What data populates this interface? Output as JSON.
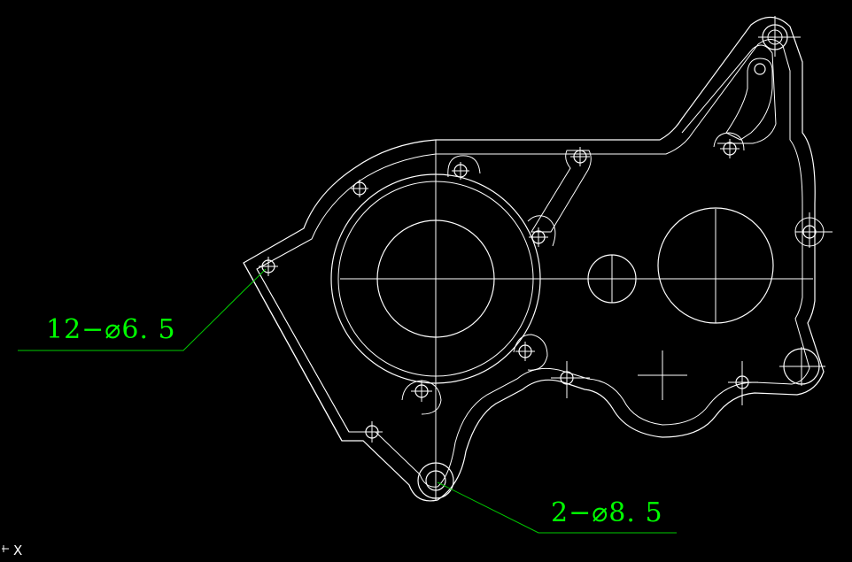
{
  "view": {
    "background": "#000000",
    "geometry_color": "#ffffff",
    "dimension_color": "#00ff00"
  },
  "annotations": {
    "small_holes": "12−⌀6. 5",
    "large_holes": "2−⌀8. 5"
  },
  "ucs": {
    "axis_label": "X",
    "icon": "ucs-axis-icon"
  }
}
